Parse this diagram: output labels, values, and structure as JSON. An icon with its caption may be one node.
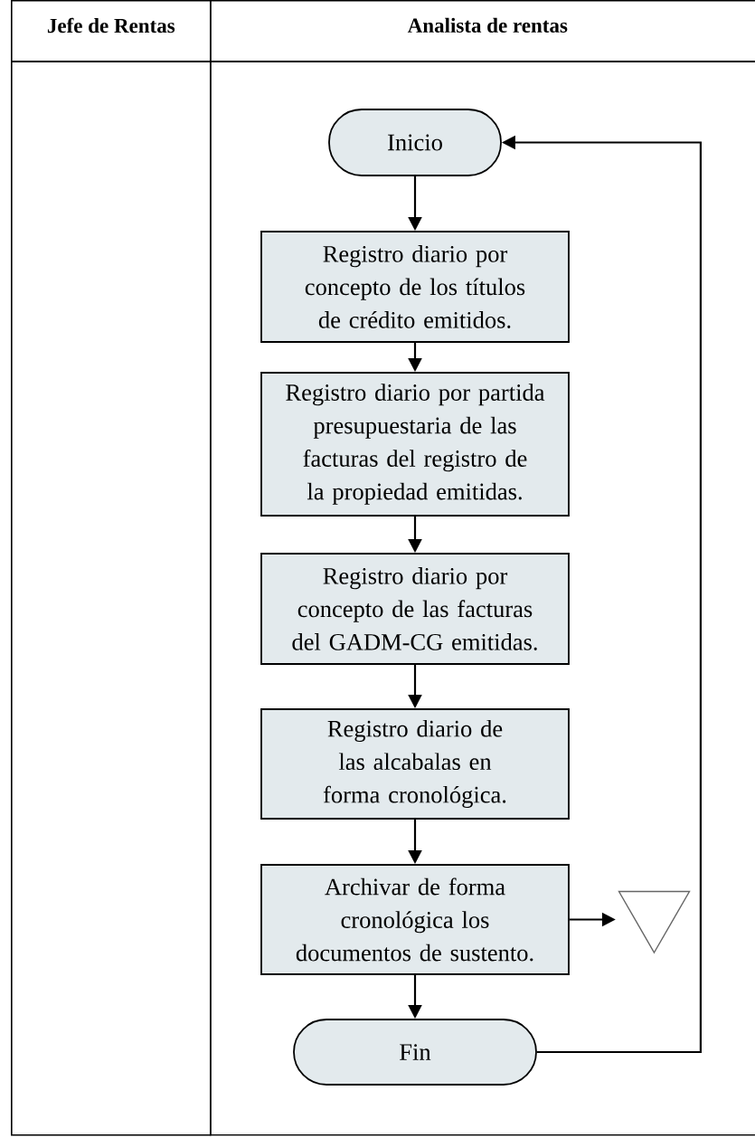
{
  "diagram": {
    "nodes": [
      {
        "text": [
          "Jefe de Rentas"
        ]
      },
      {
        "text": [
          "Analista de rentas"
        ]
      },
      {
        "text": [
          "Inicio"
        ],
        "in": 1
      },
      {
        "text": [
          "Registro diario por concepto de los títulos de crédito emitidos."
        ],
        "in": 1
      },
      {
        "text": [
          "Registro diario por partida presupuestaria de las facturas del registro de la propiedad emitidas."
        ],
        "in": 1
      },
      {
        "text": [
          "Registro diario por concepto de las facturas del GADM-CG emitidas."
        ],
        "in": 1
      },
      {
        "text": [
          "Registro diario de las alcabalas en forma cronológica."
        ],
        "in": 1
      },
      {
        "text": [
          "Archivar de forma cronológica los documentos de sustento."
        ],
        "in": 1
      },
      {
        "text": [],
        "shape": "triangle",
        "in": 1
      },
      {
        "text": [
          "Fin"
        ],
        "in": 1
      }
    ],
    "edges": [
      {
        "from": 2,
        "to": 3,
        "arrow": "to"
      },
      {
        "from": 3,
        "to": 4,
        "arrow": "to"
      },
      {
        "from": 4,
        "to": 5,
        "arrow": "to"
      },
      {
        "from": 5,
        "to": 6,
        "arrow": "to"
      },
      {
        "from": 6,
        "to": 7,
        "arrow": "to"
      },
      {
        "from": 7,
        "to": 8,
        "arrow": "to"
      },
      {
        "from": 7,
        "to": 9,
        "arrow": "to"
      },
      {
        "from": 9,
        "to": 2,
        "arrow": "to"
      }
    ]
  }
}
